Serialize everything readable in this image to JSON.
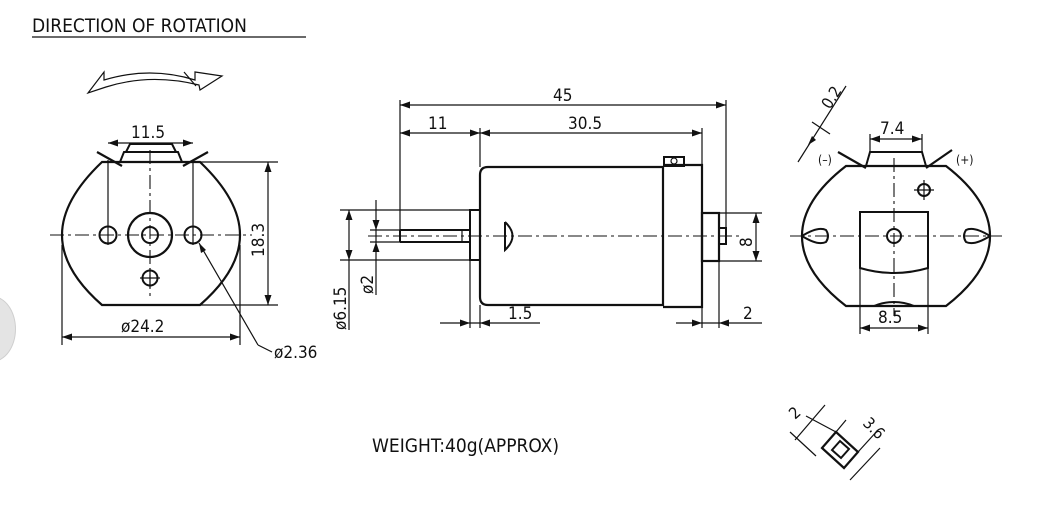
{
  "title": "DIRECTION  OF  ROTATION",
  "weight": "WEIGHT:40g(APPROX)",
  "dims": {
    "front_width": "11.5",
    "front_height": "18.3",
    "front_diameter": "ø24.2",
    "hole_diameter": "ø2.36",
    "overall_length": "45",
    "shaft_length": "11",
    "body_length": "30.5",
    "body_diameter": "ø6.15",
    "shaft_diameter": "ø2",
    "bearing_height": "8",
    "flange": "1.5",
    "end_boss": "2",
    "rear_gap": "0.2",
    "rear_width": "7.4",
    "rear_lower": "8.5",
    "term_width": "2",
    "term_height": "3.6"
  },
  "polarity": {
    "neg": "(–)",
    "pos": "(+)"
  }
}
